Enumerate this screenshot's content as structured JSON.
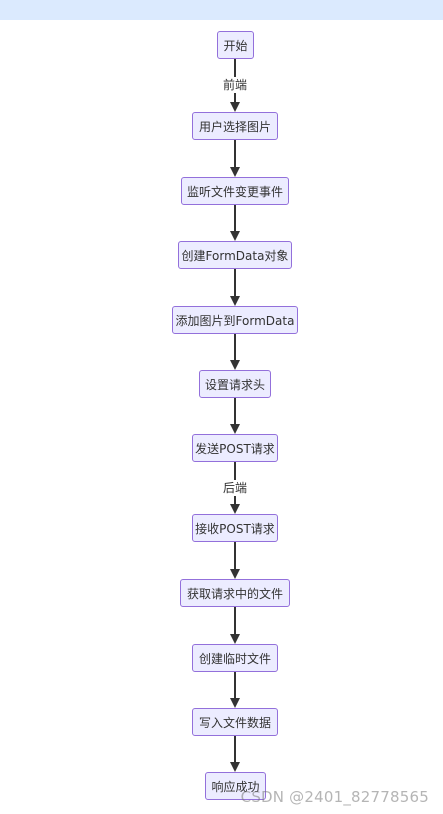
{
  "flowchart": {
    "nodes": [
      "开始",
      "用户选择图片",
      "监听文件变更事件",
      "创建FormData对象",
      "添加图片到FormData",
      "设置请求头",
      "发送POST请求",
      "接收POST请求",
      "获取请求中的文件",
      "创建临时文件",
      "写入文件数据",
      "响应成功"
    ],
    "edge_labels": {
      "frontend": "前端",
      "backend": "后端"
    }
  },
  "watermark": "CSDN @2401_82778565",
  "colors": {
    "node_fill": "#ececff",
    "node_border": "#9370db",
    "arrow": "#333333",
    "top_band": "#dbeafe"
  }
}
